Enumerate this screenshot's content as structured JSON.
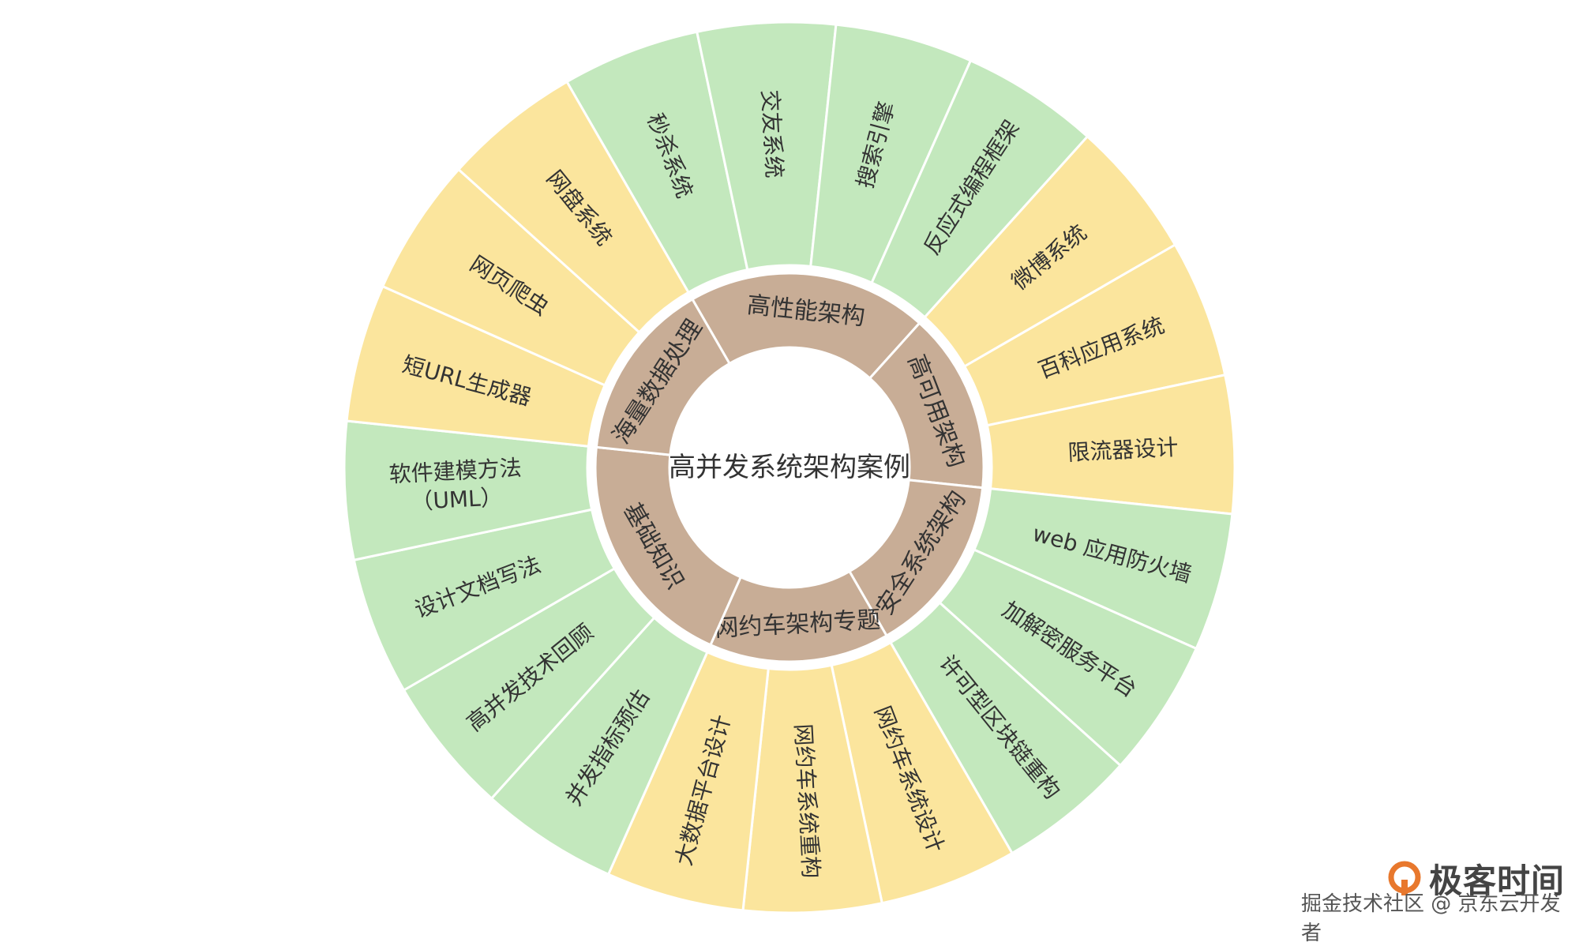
{
  "center": {
    "label": "高并发系统架构案例",
    "color": "#ffffff"
  },
  "colors": {
    "inner_ring": "#c8ad96",
    "green": "#c3e8bd",
    "yellow": "#fbe59d",
    "separator": "#ffffff",
    "text": "#333333",
    "logo_orange": "#e8782d"
  },
  "categories": [
    {
      "label": "高性能架构",
      "items": [
        {
          "label": "秒杀系统",
          "color": "green"
        },
        {
          "label": "交友系统",
          "color": "green"
        },
        {
          "label": "搜索引擎",
          "color": "green"
        },
        {
          "label": "反应式编程框架",
          "color": "green"
        }
      ]
    },
    {
      "label": "高可用架构",
      "items": [
        {
          "label": "微博系统",
          "color": "yellow"
        },
        {
          "label": "百科应用系统",
          "color": "yellow"
        },
        {
          "label": "限流器设计",
          "color": "yellow"
        }
      ]
    },
    {
      "label": "安全系统架构",
      "items": [
        {
          "label": "web 应用防火墙",
          "color": "green"
        },
        {
          "label": "加解密服务平台",
          "color": "green"
        },
        {
          "label": "许可型区块链重构",
          "color": "green"
        }
      ]
    },
    {
      "label": "网约车架构专题",
      "items": [
        {
          "label": "网约车系统设计",
          "color": "yellow"
        },
        {
          "label": "网约车系统重构",
          "color": "yellow"
        },
        {
          "label": "大数据平台设计",
          "color": "yellow"
        }
      ]
    },
    {
      "label": "基础知识",
      "items": [
        {
          "label": "并发指标预估",
          "color": "green"
        },
        {
          "label": "高并发技术回顾",
          "color": "green"
        },
        {
          "label": "设计文档写法",
          "color": "green"
        },
        {
          "label": "软件建模方法\n（UML）",
          "color": "green"
        }
      ]
    },
    {
      "label": "海量数据处理",
      "items": [
        {
          "label": "短URL生成器",
          "color": "yellow"
        },
        {
          "label": "网页爬虫",
          "color": "yellow"
        },
        {
          "label": "网盘系统",
          "color": "yellow"
        }
      ]
    }
  ],
  "branding": {
    "logo_text": "极客时间",
    "logo_icon": "geektime-q-icon",
    "watermark": "掘金技术社区 @ 京东云开发者"
  }
}
